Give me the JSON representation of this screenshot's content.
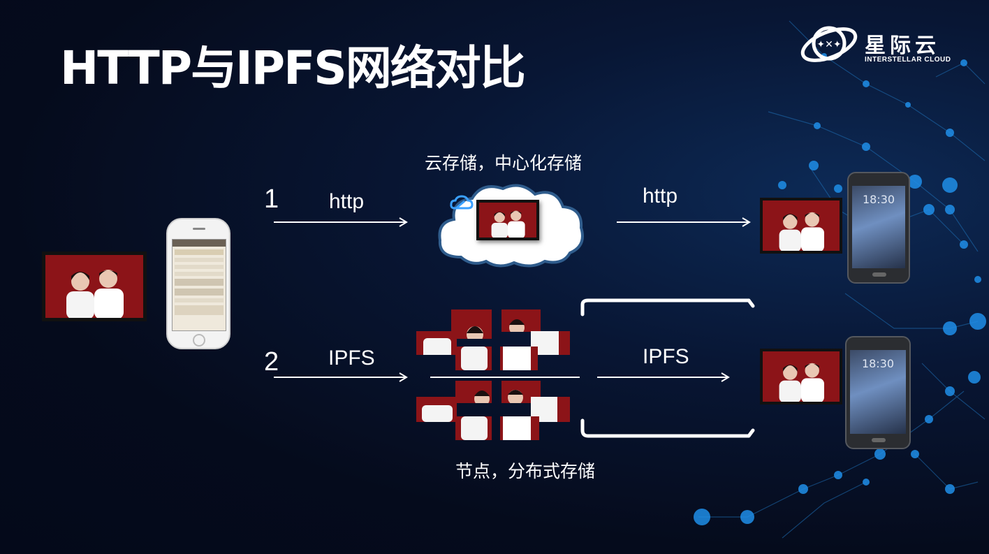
{
  "title": "HTTP与IPFS网络对比",
  "logo": {
    "name": "星际云",
    "subtitle": "INTERSTELLAR CLOUD"
  },
  "route1": {
    "number": "1",
    "protocol_in": "http",
    "protocol_out": "http",
    "storage_caption": "云存储，中心化存储"
  },
  "route2": {
    "number": "2",
    "protocol_in": "IPFS",
    "protocol_out": "IPFS",
    "storage_caption": "节点，分布式存储"
  },
  "device_screen": {
    "clock": "18:30"
  },
  "colors": {
    "photo_bg": "#8c1418",
    "accent_blue": "#3aa0ff"
  }
}
